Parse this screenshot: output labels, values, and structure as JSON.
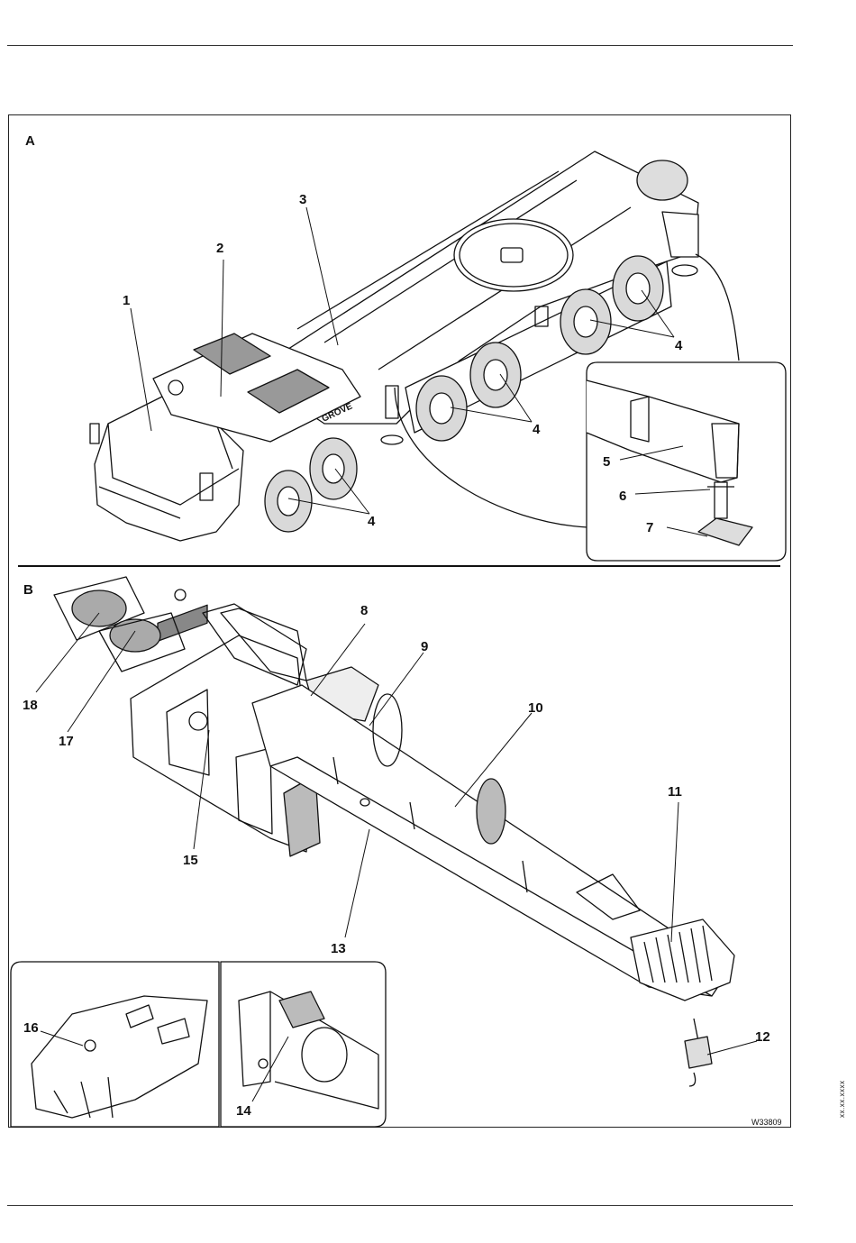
{
  "figure_code": "W33809",
  "side_code": "xx.xx.xxxx",
  "sections": {
    "a": "A",
    "b": "B"
  },
  "callouts": {
    "c1": "1",
    "c2": "2",
    "c3": "3",
    "c4a": "4",
    "c4b": "4",
    "c4c": "4",
    "c5": "5",
    "c6": "6",
    "c7": "7",
    "c8": "8",
    "c9": "9",
    "c10": "10",
    "c11": "11",
    "c12": "12",
    "c13": "13",
    "c14": "14",
    "c15": "15",
    "c16": "16",
    "c17": "17",
    "c18": "18"
  },
  "brand_lettering": "GROVE"
}
